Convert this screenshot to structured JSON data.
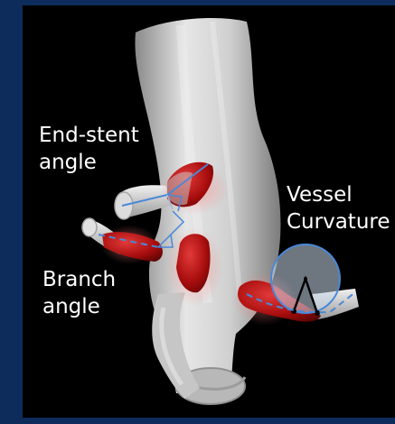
{
  "labels": {
    "end_stent_angle": "End-stent\nangle",
    "vessel_curvature": "Vessel\nCurvature",
    "branch_angle": "Branch\nangle"
  },
  "colors": {
    "background_frame": "#0d2c5c",
    "panel": "#000000",
    "aorta": "#d2d2d2",
    "stent": "#b01010",
    "measurement_line": "#4a88d8",
    "text": "#ffffff"
  }
}
